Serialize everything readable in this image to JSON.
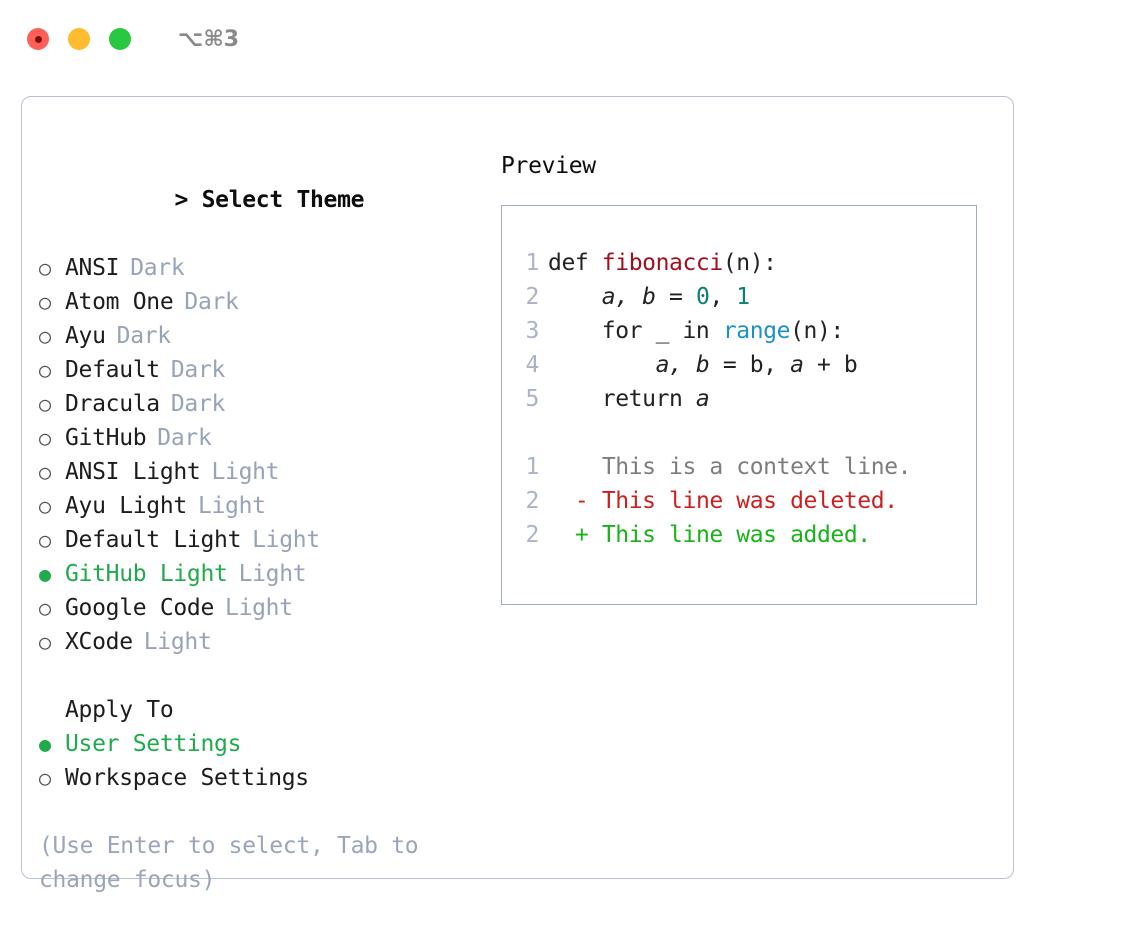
{
  "window": {
    "shortcut": "⌥⌘3",
    "traffic_lights": [
      {
        "name": "close",
        "color": "#ff5f57"
      },
      {
        "name": "minimize",
        "color": "#febc2e"
      },
      {
        "name": "maximize",
        "color": "#28c840"
      }
    ]
  },
  "theme_selector": {
    "heading": "> Select Theme",
    "heading_caret": ">",
    "heading_text": "Select Theme",
    "markers": {
      "unselected": "○",
      "selected": "●"
    },
    "options": [
      {
        "label": "ANSI",
        "badge": "Dark",
        "selected": false
      },
      {
        "label": "Atom One",
        "badge": "Dark",
        "selected": false
      },
      {
        "label": "Ayu",
        "badge": "Dark",
        "selected": false
      },
      {
        "label": "Default",
        "badge": "Dark",
        "selected": false
      },
      {
        "label": "Dracula",
        "badge": "Dark",
        "selected": false
      },
      {
        "label": "GitHub",
        "badge": "Dark",
        "selected": false
      },
      {
        "label": "ANSI Light",
        "badge": "Light",
        "selected": false
      },
      {
        "label": "Ayu Light",
        "badge": "Light",
        "selected": false
      },
      {
        "label": "Default Light",
        "badge": "Light",
        "selected": false
      },
      {
        "label": "GitHub Light",
        "badge": "Light",
        "selected": true
      },
      {
        "label": "Google Code",
        "badge": "Light",
        "selected": false
      },
      {
        "label": "XCode",
        "badge": "Light",
        "selected": false
      }
    ]
  },
  "apply_to": {
    "heading": "Apply To",
    "options": [
      {
        "label": "User Settings",
        "selected": true
      },
      {
        "label": "Workspace Settings",
        "selected": false
      }
    ]
  },
  "hint": "(Use Enter to select, Tab to change focus)",
  "preview": {
    "title": "Preview",
    "code_lines": [
      {
        "number": "1",
        "tokens": [
          {
            "text": "def ",
            "type": "plain"
          },
          {
            "text": "fibonacci",
            "type": "function"
          },
          {
            "text": "(n):",
            "type": "plain"
          }
        ]
      },
      {
        "number": "2",
        "tokens": [
          {
            "text": "    ",
            "type": "plain"
          },
          {
            "text": "a, b",
            "type": "var"
          },
          {
            "text": " = ",
            "type": "plain"
          },
          {
            "text": "0",
            "type": "number"
          },
          {
            "text": ", ",
            "type": "plain"
          },
          {
            "text": "1",
            "type": "number"
          }
        ]
      },
      {
        "number": "3",
        "tokens": [
          {
            "text": "    for _ in ",
            "type": "plain"
          },
          {
            "text": "range",
            "type": "builtin"
          },
          {
            "text": "(n):",
            "type": "plain"
          }
        ]
      },
      {
        "number": "4",
        "tokens": [
          {
            "text": "        ",
            "type": "plain"
          },
          {
            "text": "a, b",
            "type": "var"
          },
          {
            "text": " = b, ",
            "type": "plain"
          },
          {
            "text": "a",
            "type": "var"
          },
          {
            "text": " + b",
            "type": "plain"
          }
        ]
      },
      {
        "number": "5",
        "tokens": [
          {
            "text": "    return ",
            "type": "plain"
          },
          {
            "text": "a",
            "type": "var"
          }
        ]
      }
    ],
    "diff_lines": [
      {
        "number": "1",
        "sign": " ",
        "text": "This is a context line.",
        "type": "context"
      },
      {
        "number": "2",
        "sign": "-",
        "text": "This line was deleted.",
        "type": "deleted"
      },
      {
        "number": "2",
        "sign": "+",
        "text": "This line was added.",
        "type": "added"
      }
    ]
  },
  "colors": {
    "accent_green": "#1faa4b",
    "badge_muted": "#97a3b6",
    "hint_muted": "#9aa6b8",
    "gutter": "#a9b4c4",
    "syntax_function": "#a01020",
    "syntax_number": "#0b8074",
    "syntax_builtin": "#1b90c9",
    "diff_added": "#19b219",
    "diff_deleted": "#cc1f1f",
    "diff_context": "#7d7d7d",
    "panel_border": "#b9c2cf",
    "preview_border": "#9fadbd"
  }
}
